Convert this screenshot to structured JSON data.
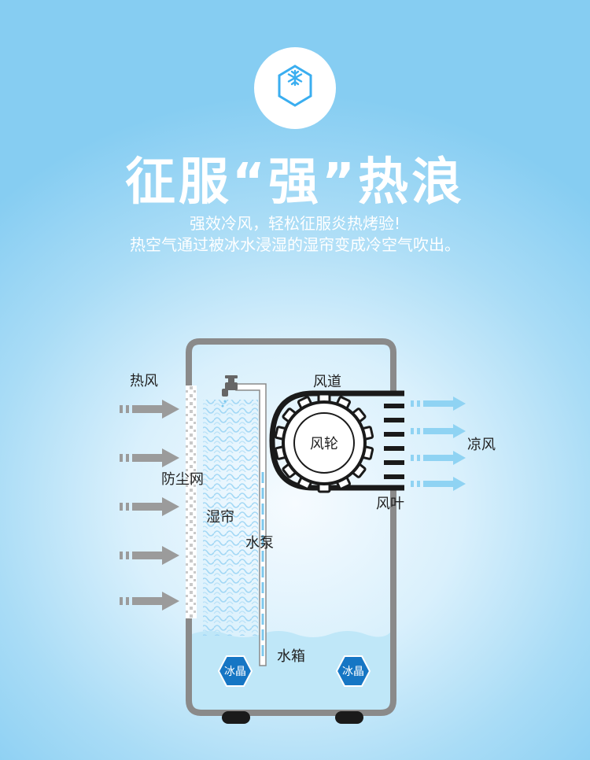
{
  "header": {
    "icon": "snowflake-hexagon-icon",
    "title": "征服“强”热浪",
    "subtitle_line1": "强效冷风，轻松征服炎热烤验!",
    "subtitle_line2": "热空气通过被冰水浸湿的湿帘变成冷空气吹出。"
  },
  "diagram": {
    "labels": {
      "hot_air": "热风",
      "dust_filter": "防尘网",
      "wet_curtain": "湿帘",
      "water_pump": "水泵",
      "air_duct": "风道",
      "fan_wheel": "风轮",
      "louver": "风叶",
      "cool_air": "凉风",
      "water_tank": "水箱",
      "ice_crystal_left": "冰晶",
      "ice_crystal_right": "冰晶"
    }
  },
  "colors": {
    "background_outer": "#86cdf2",
    "background_inner": "#f6fbff",
    "housing_stroke": "#8a8a8a",
    "water": "#bfe7f8",
    "hot_arrow": "#9b9b9b",
    "cool_arrow": "#8fd3f3",
    "hexagon_badge": "#1676c4",
    "icon_accent": "#3aaef0"
  }
}
